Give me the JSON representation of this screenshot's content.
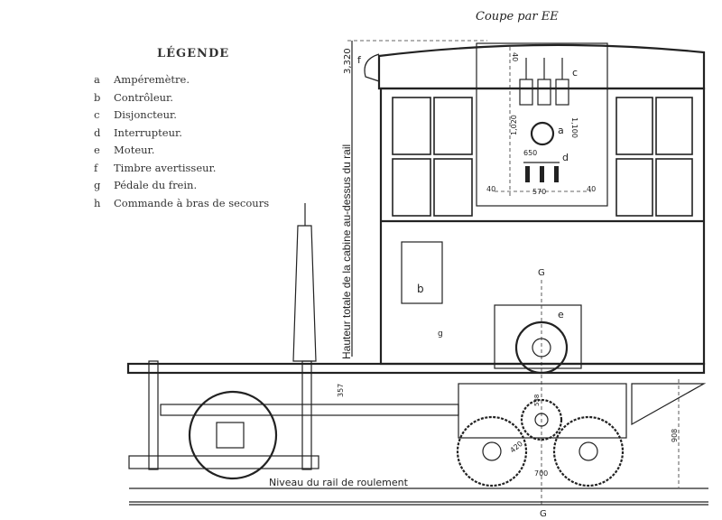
{
  "title": "Coupe par EE",
  "legend": {
    "heading": "LÉGENDE",
    "items": [
      {
        "key": "a",
        "label": "Ampéremètre."
      },
      {
        "key": "b",
        "label": "Contrôleur."
      },
      {
        "key": "c",
        "label": "Disjoncteur."
      },
      {
        "key": "d",
        "label": "Interrupteur."
      },
      {
        "key": "e",
        "label": "Moteur."
      },
      {
        "key": "f",
        "label": "Timbre avertisseur."
      },
      {
        "key": "g",
        "label": "Pédale du frein."
      },
      {
        "key": "h",
        "label": "Commande à bras de secours"
      }
    ]
  },
  "drawing": {
    "height_label": "Hauteur totale de la cabine au-dessus du rail",
    "height_value": "3,320",
    "rail_label": "Niveau du rail de roulement",
    "section_mark": "G",
    "dimensions": {
      "panel_top": "40",
      "panel_height": "1,020",
      "panel_height_outer": "1,100",
      "meter_level": "650",
      "panel_width": "570",
      "left_margin": "40",
      "right_margin": "40",
      "frame_height": "357",
      "floor_height": "908",
      "wheel_radius": "420",
      "axle_spacing": "700",
      "pinion": "538"
    }
  }
}
